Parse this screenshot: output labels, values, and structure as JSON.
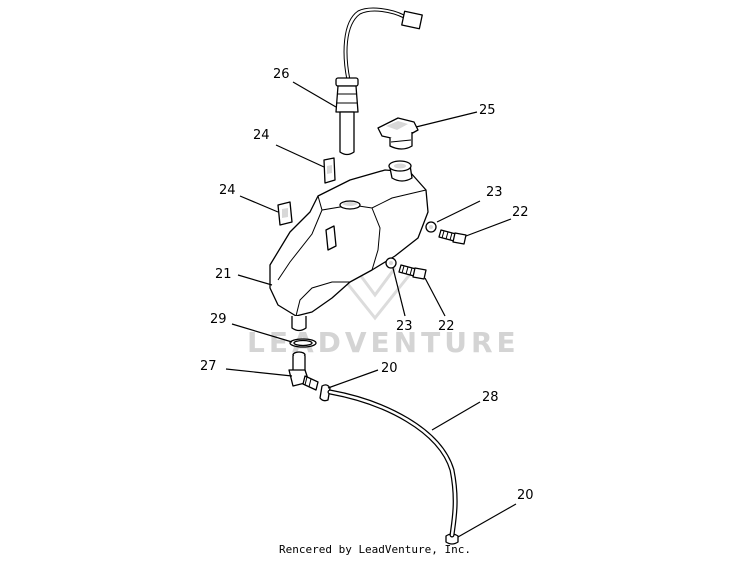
{
  "callouts": {
    "c26": "26",
    "c25": "25",
    "c24a": "24",
    "c24b": "24",
    "c23a": "23",
    "c22a": "22",
    "c21": "21",
    "c23b": "23",
    "c22b": "22",
    "c29": "29",
    "c27": "27",
    "c20a": "20",
    "c28": "28",
    "c20b": "20"
  },
  "watermark": {
    "text": "LEADVENTURE"
  },
  "footer": {
    "credit": "Rencered by LeadVenture, Inc."
  },
  "colors": {
    "line": "#000000",
    "watermark": "#d4d4d4",
    "background": "#ffffff"
  }
}
